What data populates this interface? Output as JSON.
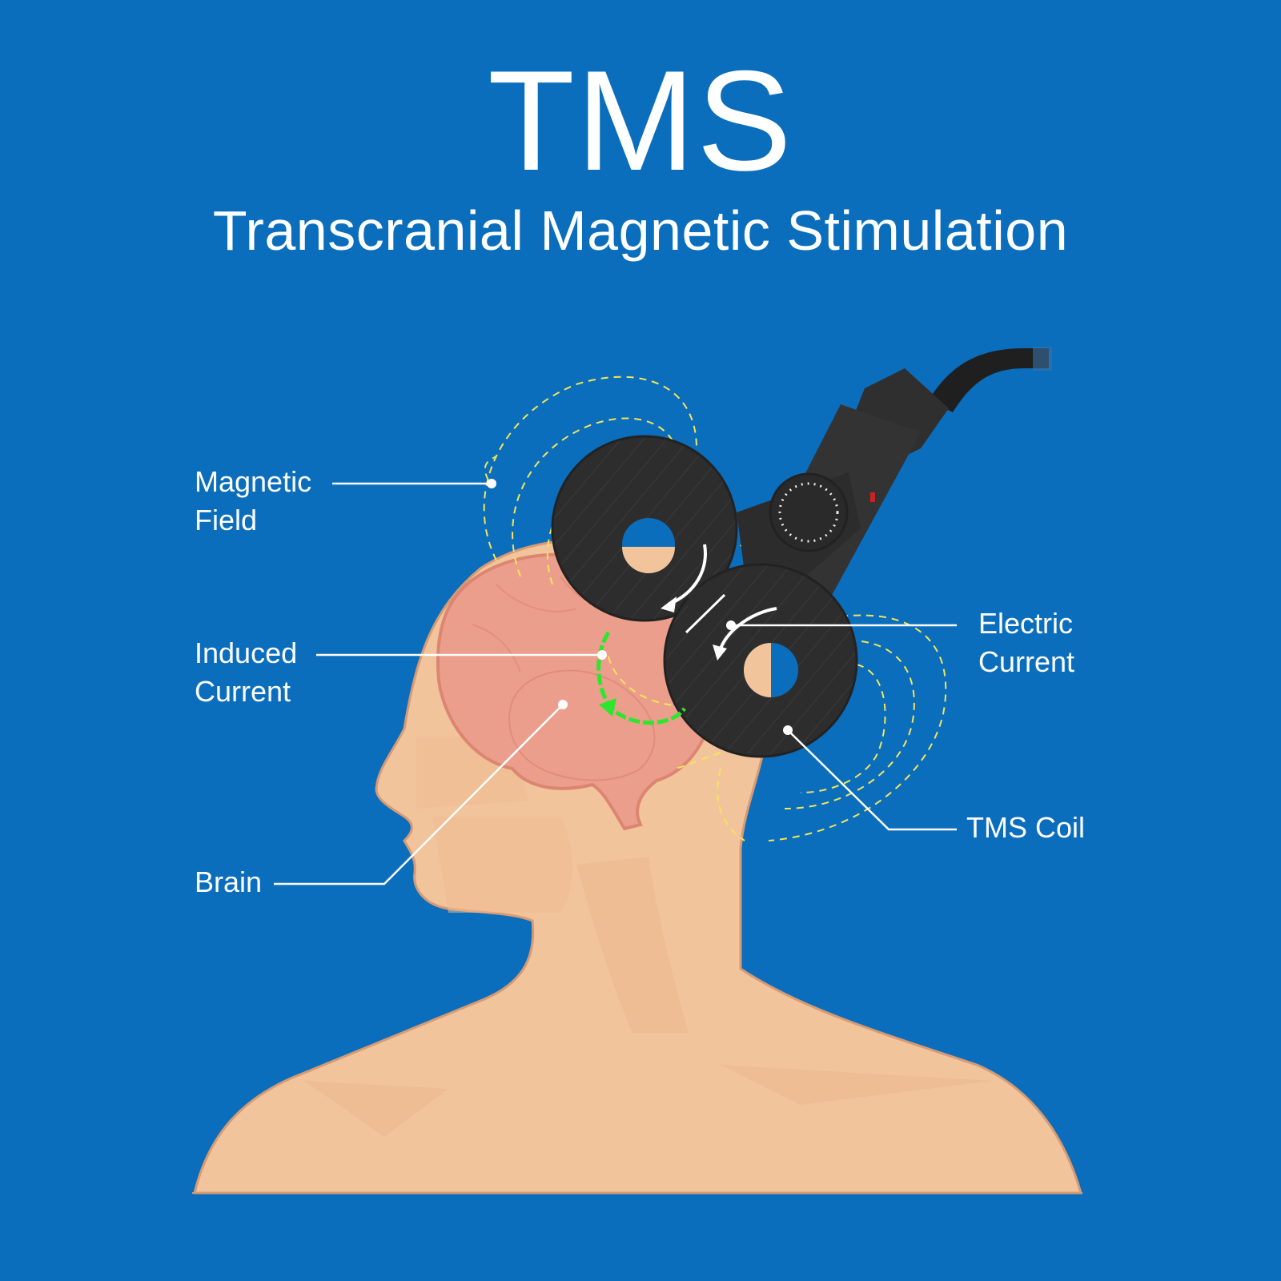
{
  "header": {
    "title": "TMS",
    "subtitle": "Transcranial Magnetic Stimulation"
  },
  "labels": {
    "magnetic_field": {
      "line1": "Magnetic",
      "line2": "Field"
    },
    "induced_current": {
      "line1": "Induced",
      "line2": "Current"
    },
    "brain": {
      "line1": "Brain"
    },
    "electric_current": {
      "line1": "Electric",
      "line2": "Current"
    },
    "tms_coil": {
      "line1": "TMS Coil"
    }
  },
  "colors": {
    "background": "#0a6ebd",
    "skin": "#f2c49c",
    "brain": "#ec9e8c",
    "coil": "#2b2b2b",
    "field_lines": "#f3e55a",
    "induced_current": "#2ee62e",
    "text": "#ffffff"
  }
}
